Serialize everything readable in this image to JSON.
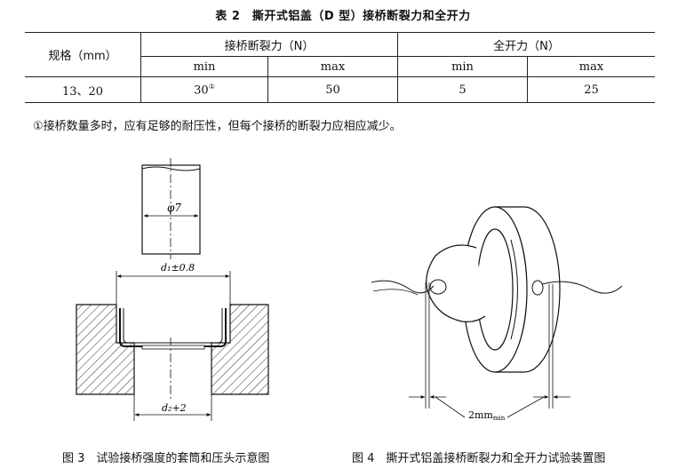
{
  "table": {
    "title": "表 2　撕开式铝盖（D 型）接桥断裂力和全开力",
    "spec_header": "规格（mm）",
    "bridge_header": "接桥断裂力（N）",
    "open_header": "全开力（N）",
    "min_label": "min",
    "max_label": "max",
    "row": {
      "spec": "13、20",
      "bridge_min": "30",
      "bridge_min_mark": "①",
      "bridge_max": "50",
      "open_min": "5",
      "open_max": "25"
    },
    "footnote": "①接桥数量多时，应有足够的耐压性，但每个接桥的断裂力应相应减少。"
  },
  "figure3": {
    "label_phi": "φ7",
    "label_d1": "d₁±0.8",
    "label_d2": "d₂+2",
    "caption": "图 3　试验接桥强度的套筒和压头示意图"
  },
  "figure4": {
    "label_gap": "2mm",
    "label_gap_sub": "min",
    "caption": "图 4　撕开式铝盖接桥断裂力和全开力试验装置图"
  }
}
